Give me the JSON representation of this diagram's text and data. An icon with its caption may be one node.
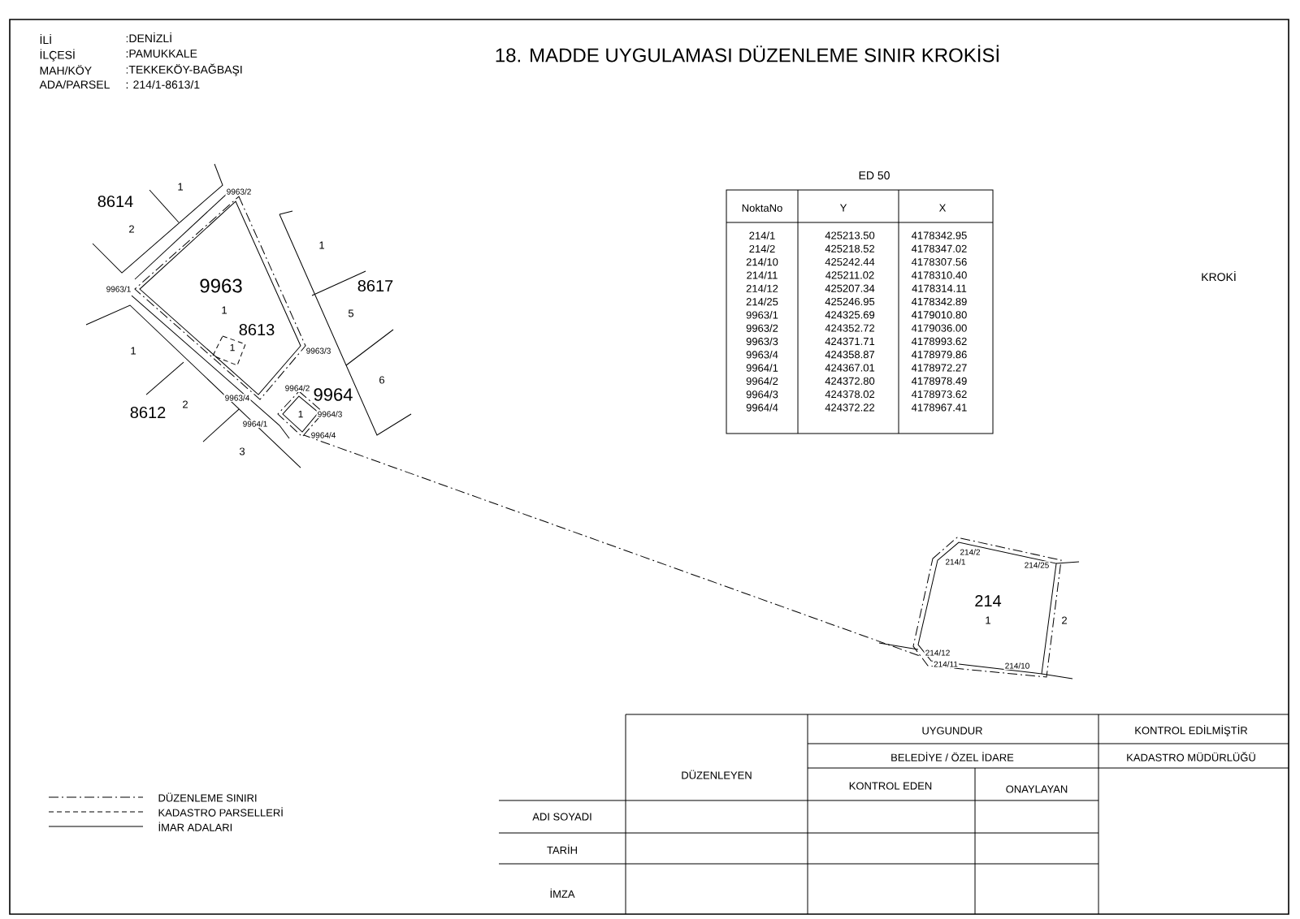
{
  "diagram": {
    "title": "18. MADDE UYGULAMASI DÜZENLEME SINIR KROKİSİ",
    "labels": [
      "İLİ",
      ":DENİZLİ",
      "İLÇESİ",
      ":PAMUKKALE",
      "MAH/KÖY",
      ":TEKKEKÖY-BAĞBAŞI",
      "ADA/PARSEL",
      ": 214/1-8613/1",
      "1",
      "8614",
      "2",
      "9963/2",
      "1",
      "9963/1",
      "9963",
      "8617",
      "1",
      "5",
      "8613",
      "1",
      "1",
      "9963/3",
      "6",
      "9964/2",
      "9964",
      "9963/4",
      "2",
      "8612",
      "1",
      "9964/3",
      "9964/1",
      "9964/4",
      "3",
      "ED 50",
      "NoktaNo",
      "Y",
      "X",
      "214/1",
      "425213.50",
      "4178342.95",
      "214/2",
      "425218.52",
      "4178347.02",
      "214/10",
      "425242.44",
      "4178307.56",
      "214/11",
      "425211.02",
      "4178310.40",
      "214/12",
      "425207.34",
      "4178314.11",
      "214/25",
      "425246.95",
      "4178342.89",
      "9963/1",
      "424325.69",
      "4179010.80",
      "9963/2",
      "424352.72",
      "4179036.00",
      "9963/3",
      "424371.71",
      "4178993.62",
      "9963/4",
      "424358.87",
      "4178979.86",
      "9964/1",
      "424367.01",
      "4178972.27",
      "9964/2",
      "424372.80",
      "4178978.49",
      "9964/3",
      "424378.02",
      "4178973.62",
      "9964/4",
      "424372.22",
      "4178967.41",
      "KROKİ",
      "214/2",
      "214/1",
      "214/25",
      "214",
      "1",
      "2",
      "214/12",
      "214/11",
      "214/10",
      "UYGUNDUR",
      "KONTROL EDİLMİŞTİR",
      "BELEDİYE / ÖZEL İDARE",
      "KADASTRO MÜDÜRLÜĞÜ",
      "DÜZENLEYEN",
      "KONTROL EDEN",
      "ONAYLAYAN",
      "ADI SOYADI",
      "TARİH",
      "İMZA"
    ],
    "legend": [
      {
        "text": "DÜZENLEME SINIRI"
      },
      {
        "text": "KADASTRO PARSELLERİ"
      },
      {
        "text": "İMAR ADALARI"
      }
    ]
  }
}
